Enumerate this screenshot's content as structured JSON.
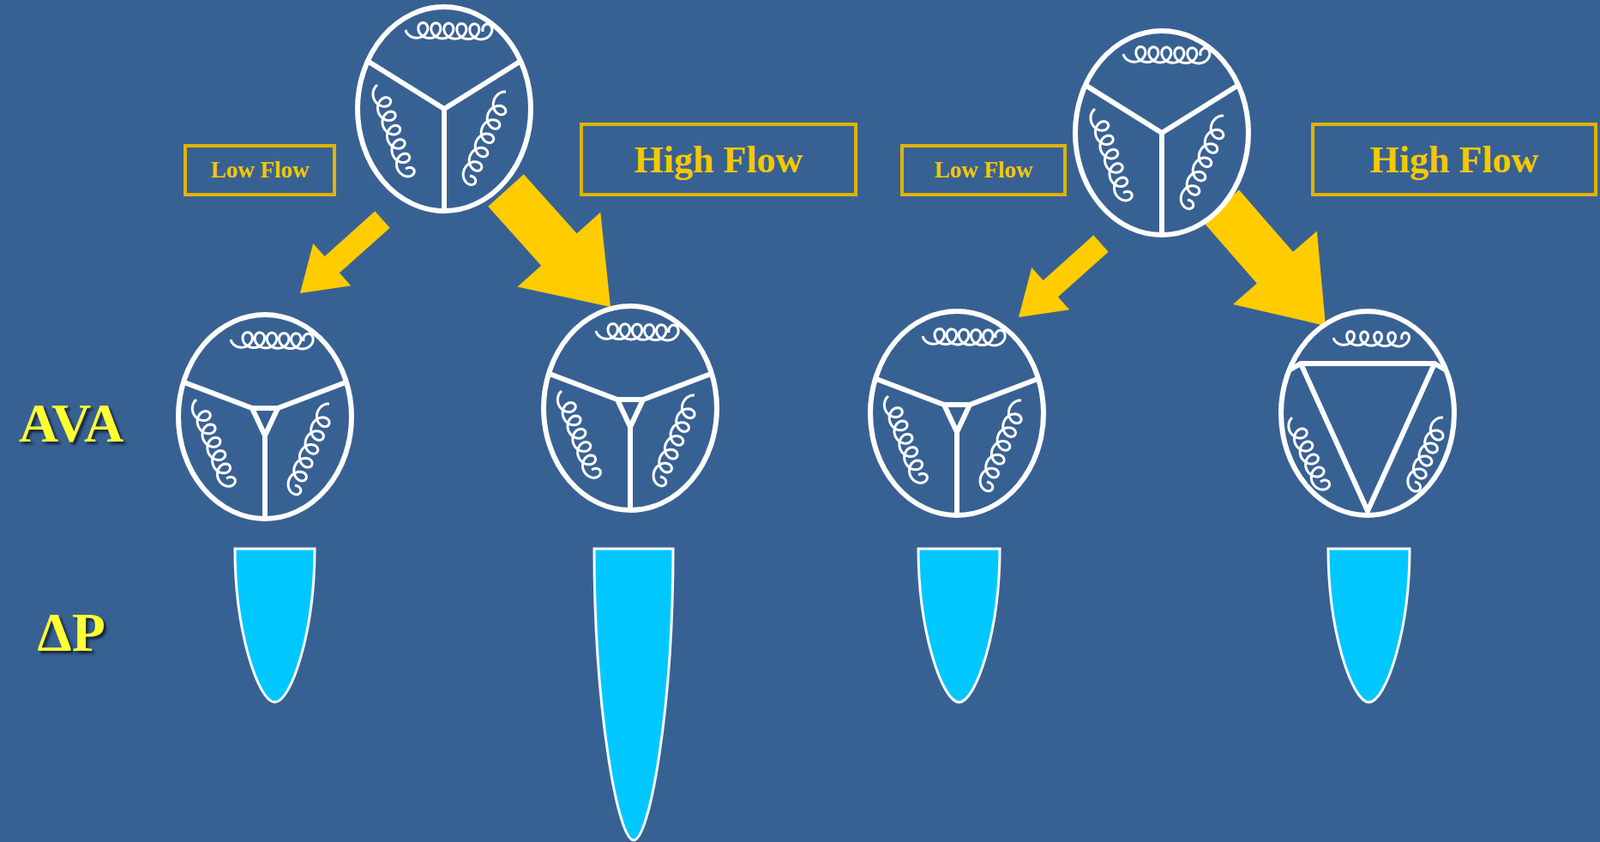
{
  "diagram": {
    "nodes": [
      {
        "text": [
          "Low Flow"
        ]
      },
      {
        "text": [
          "High Flow"
        ]
      },
      {
        "text": [
          "Low Flow"
        ]
      },
      {
        "text": [
          "High Flow"
        ]
      }
    ],
    "labels": [
      "AVA",
      "ΔP"
    ]
  }
}
